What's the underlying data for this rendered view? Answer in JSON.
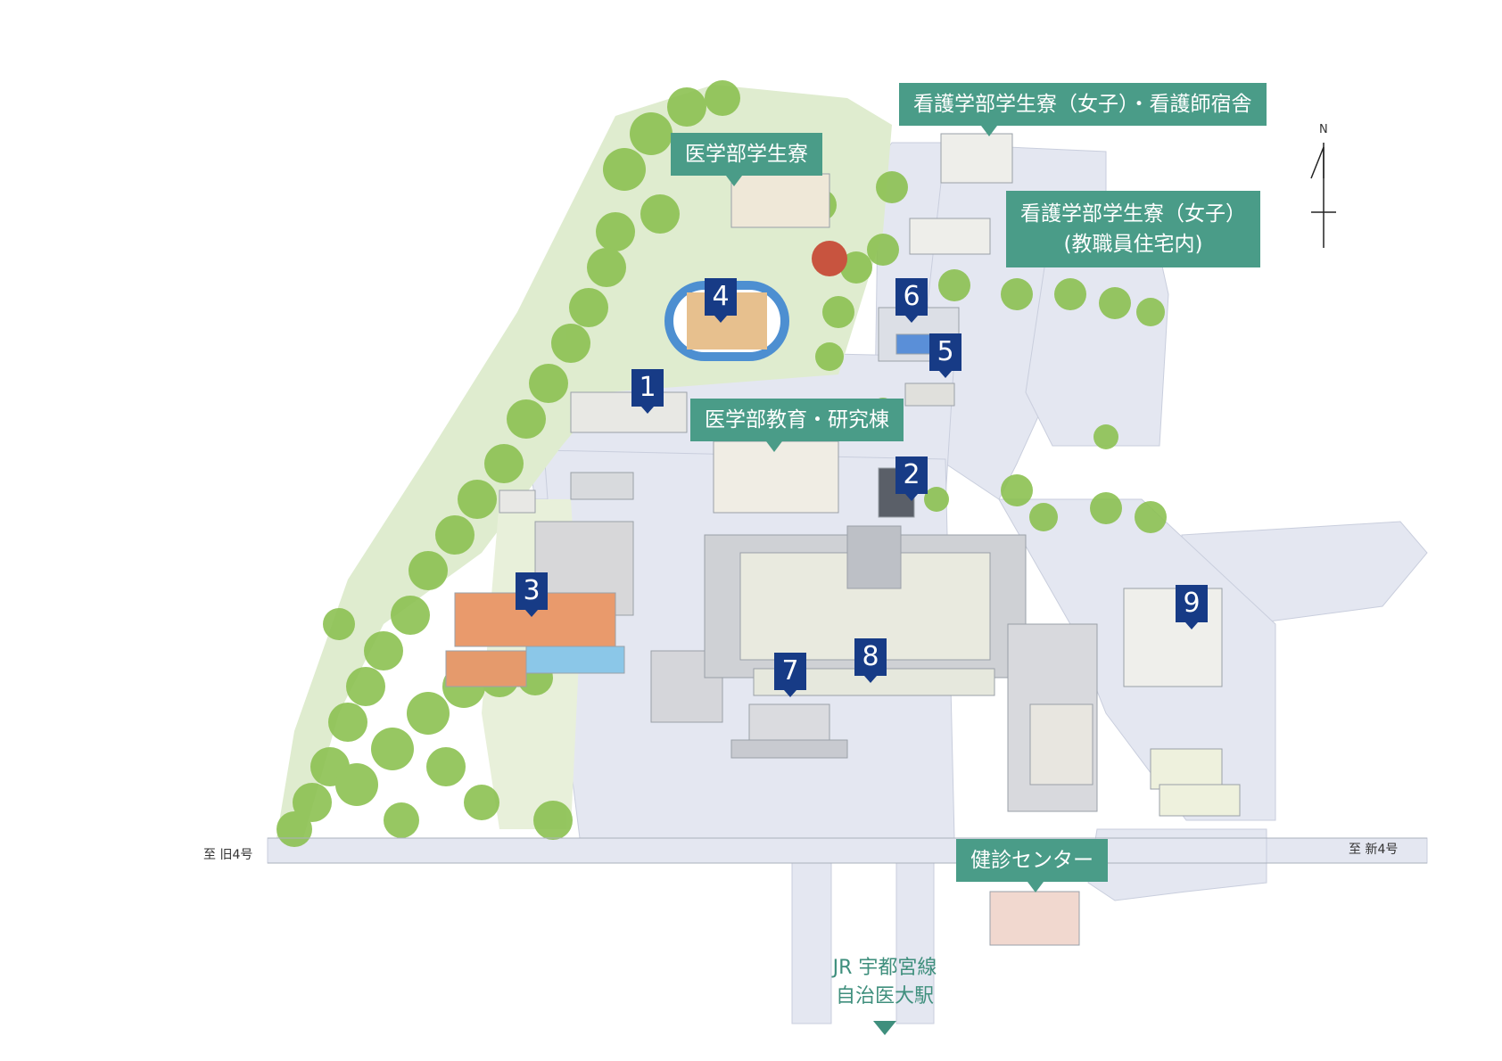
{
  "colors": {
    "callout": "#4a9c88",
    "marker": "#173b86",
    "station_text": "#3f8f7d",
    "road": "#e4e7f1",
    "trees": "#8cc152"
  },
  "labels": {
    "nursing_dorm_top": "看護学部学生寮（女子）・看護師宿舎",
    "med_dorm": "医学部学生寮",
    "nursing_dorm_line1": "看護学部学生寮（女子）",
    "nursing_dorm_line2": "(教職員住宅内)",
    "edu_research": "医学部教育・研究棟",
    "health_center": "健診センター"
  },
  "markers": [
    "1",
    "2",
    "3",
    "4",
    "5",
    "6",
    "7",
    "8",
    "9"
  ],
  "roads": {
    "west": "至  旧4号",
    "east": "至  新4号"
  },
  "station": {
    "line1": "JR 宇都宮線",
    "line2": "自治医大駅"
  },
  "compass": {
    "north": "N"
  }
}
